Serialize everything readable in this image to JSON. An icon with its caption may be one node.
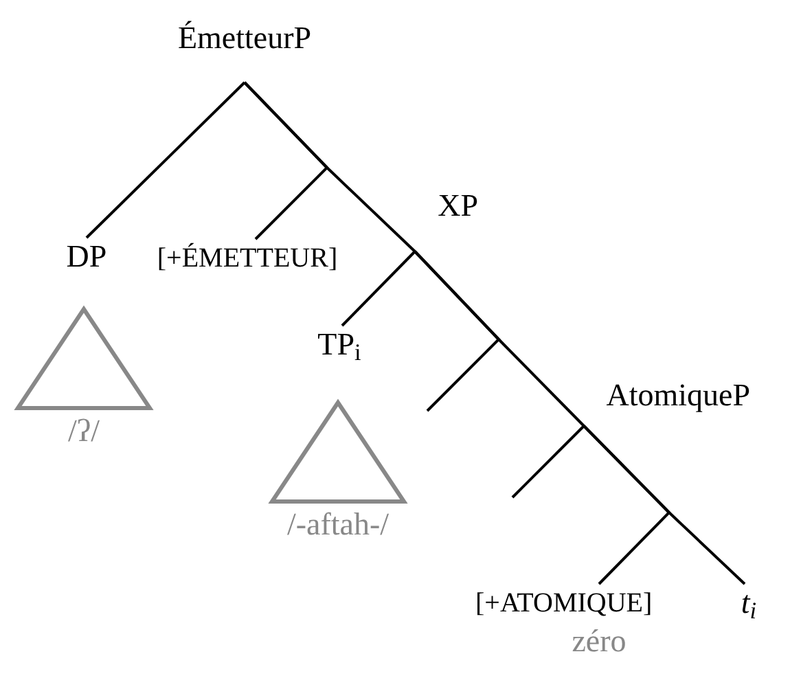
{
  "diagram": {
    "nodes": [
      {
        "text": [
          "ÉmetteurP"
        ]
      },
      {
        "text": [
          "DP"
        ]
      },
      {
        "text": [
          "[+ÉMETTEUR]"
        ]
      },
      {
        "text": [
          "XP"
        ]
      },
      {
        "text": [
          "TP$_{i}$"
        ]
      },
      {
        "text": [
          "AtomiqueP"
        ]
      },
      {
        "text": [
          "[+ATOMIQUE]"
        ],
        "beside": [
          "zéro"
        ]
      },
      {
        "text": [
          "t$_{i}$"
        ]
      },
      {
        "text": [],
        "shape": "triangle",
        "beside": [
          "/ʔ/"
        ]
      },
      {
        "text": [],
        "shape": "triangle",
        "beside": [
          "/-aftah-/"
        ]
      }
    ],
    "edges": [
      {
        "from": 0,
        "to": 1,
        "arrow": "none"
      },
      {
        "from": 0,
        "to": 2,
        "arrow": "none"
      },
      {
        "from": 0,
        "to": 3,
        "arrow": "none"
      },
      {
        "from": 3,
        "to": 4,
        "arrow": "none"
      },
      {
        "from": 3,
        "to": null,
        "arrow": "none"
      },
      {
        "from": 3,
        "to": 5,
        "arrow": "none"
      },
      {
        "from": 5,
        "to": null,
        "arrow": "none"
      },
      {
        "from": 5,
        "to": 6,
        "arrow": "none"
      },
      {
        "from": 5,
        "to": 7,
        "arrow": "none"
      }
    ]
  }
}
